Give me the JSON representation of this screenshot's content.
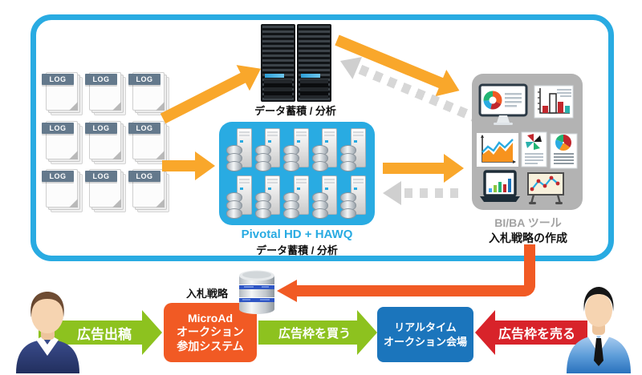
{
  "analytics_platform": {
    "log_icon_label": "LOG",
    "rack_caption": "データ蓄積 / 分析",
    "cluster_title": "Pivotal HD + HAWQ",
    "cluster_caption": "データ蓄積 / 分析",
    "bi_panel_caption": "BI/BA ツール",
    "strategy_creation_caption": "入札戦略の作成"
  },
  "auction_flow": {
    "strategy_db_label": "入札戦略",
    "microad_system": [
      "MicroAd",
      "オークション",
      "参加システム"
    ],
    "advertiser_action": "広告出稿",
    "buy_action": "広告枠を買う",
    "auction_venue": [
      "リアルタイム",
      "オークション会場"
    ],
    "sell_action": "広告枠を売る"
  },
  "colors": {
    "platform_blue": "#29ABE2",
    "amber_arrow": "#F9A72B",
    "deep_orange": "#F15A24",
    "green_arrow": "#8DC21F",
    "red_arrow": "#D8232A",
    "auction_blue": "#1B75BC",
    "bi_panel_gray": "#B3B3B3",
    "dashed_gray": "#D7D7D7"
  }
}
